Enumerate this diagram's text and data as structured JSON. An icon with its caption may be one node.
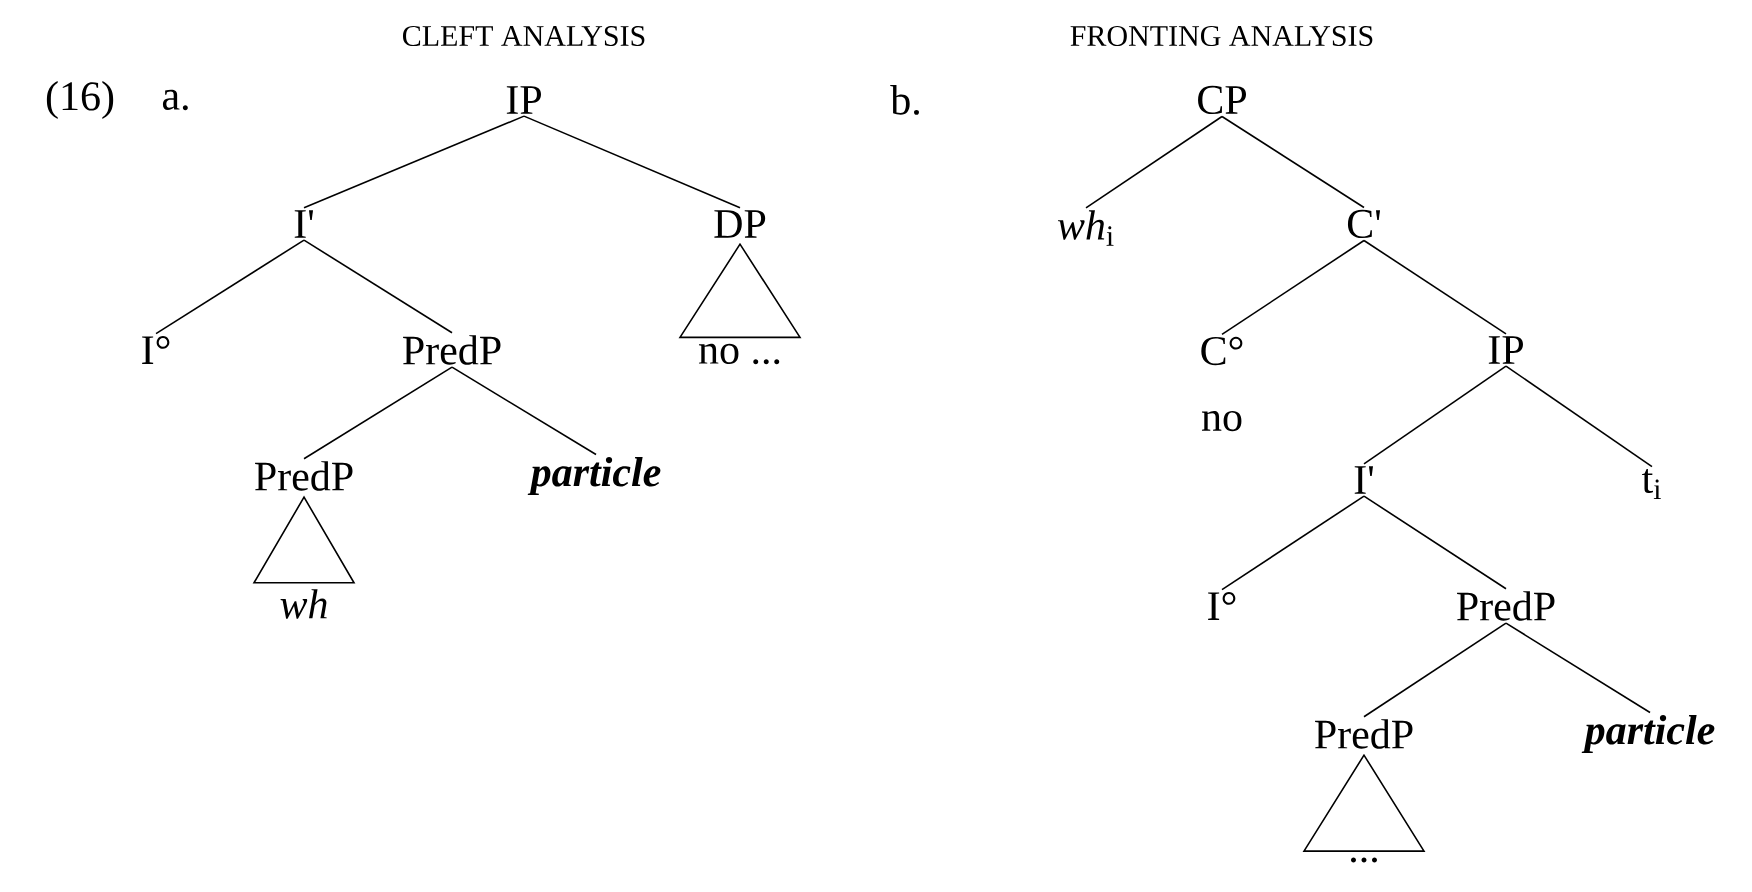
{
  "diagram": {
    "nodes": [
      {
        "text": [
          "IP"
        ]
      },
      {
        "text": [
          "I'"
        ]
      },
      {
        "text": [
          "DP"
        ]
      },
      {
        "text": [
          "I°"
        ]
      },
      {
        "text": [
          "PredP"
        ]
      },
      {
        "text": [
          "no ..."
        ]
      },
      {
        "text": [
          "PredP"
        ]
      },
      {
        "text": [
          "particle"
        ]
      },
      {
        "text": [
          "wh"
        ]
      },
      {
        "text": [
          "CP"
        ]
      },
      {
        "text": [
          "*wh*$_{i}$"
        ]
      },
      {
        "text": [
          "C'"
        ]
      },
      {
        "text": [
          "C°",
          "no"
        ]
      },
      {
        "text": [
          "IP"
        ]
      },
      {
        "text": [
          "I'"
        ]
      },
      {
        "text": [
          "t$_{i}$"
        ]
      },
      {
        "text": [
          "I°"
        ]
      },
      {
        "text": [
          "PredP"
        ]
      },
      {
        "text": [
          "PredP"
        ]
      },
      {
        "text": [
          "particle"
        ]
      },
      {
        "text": [
          "..."
        ]
      }
    ],
    "edges": [
      {
        "from": 0,
        "to": 1,
        "arrow": "none"
      },
      {
        "from": 0,
        "to": 2,
        "arrow": "none"
      },
      {
        "from": 1,
        "to": 3,
        "arrow": "none"
      },
      {
        "from": 1,
        "to": 4,
        "arrow": "none"
      },
      {
        "from": 4,
        "to": 6,
        "arrow": "none"
      },
      {
        "from": 4,
        "to": 7,
        "arrow": "none"
      },
      {
        "from": 9,
        "to": 10,
        "arrow": "none"
      },
      {
        "from": 9,
        "to": 11,
        "arrow": "none"
      },
      {
        "from": 11,
        "to": 12,
        "arrow": "none"
      },
      {
        "from": 11,
        "to": 13,
        "arrow": "none"
      },
      {
        "from": 13,
        "to": 14,
        "arrow": "none"
      },
      {
        "from": 13,
        "to": 15,
        "arrow": "none"
      },
      {
        "from": 14,
        "to": 16,
        "arrow": "none"
      },
      {
        "from": 14,
        "to": 17,
        "arrow": "none"
      },
      {
        "from": 17,
        "to": 18,
        "arrow": "none"
      },
      {
        "from": 17,
        "to": 19,
        "arrow": "none"
      }
    ],
    "labels": [
      "CLEFT ANALYSIS",
      "FRONTING ANALYSIS",
      "(16)",
      "a.",
      "b."
    ]
  }
}
